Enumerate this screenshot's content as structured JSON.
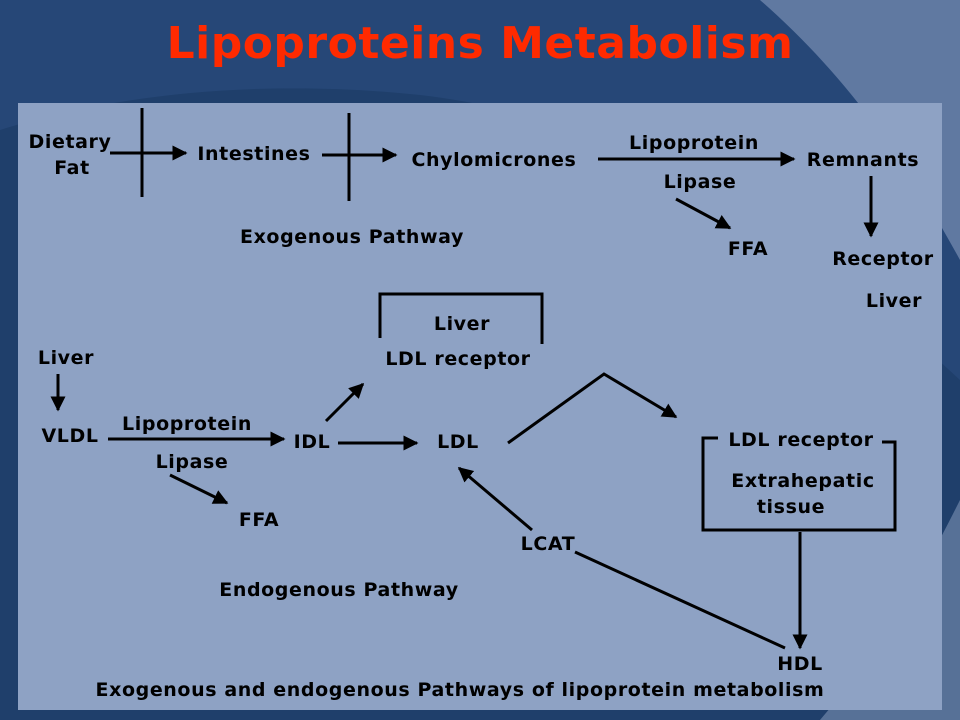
{
  "title": "Lipoproteins Metabolism",
  "colors": {
    "title": "#ff2a00",
    "background": "#1f3f6b",
    "panel": "#8ea2c4"
  },
  "exogenous": {
    "dietary_fat_1": "Dietary",
    "dietary_fat_2": "Fat",
    "intestines": "Intestines",
    "chylomicrones": "Chylomicrones",
    "lipoprotein": "Lipoprotein",
    "lipase": "Lipase",
    "remnants": "Remnants",
    "ffa": "FFA",
    "receptor": "Receptor",
    "liver": "Liver",
    "pathway_label": "Exogenous Pathway"
  },
  "endogenous": {
    "liver_top": "Liver",
    "ldl_receptor_liver": "LDL receptor",
    "liver_source": "Liver",
    "vldl": "VLDL",
    "lipoprotein": "Lipoprotein",
    "lipase": "Lipase",
    "idl": "IDL",
    "ldl": "LDL",
    "ffa": "FFA",
    "ldl_receptor_extra": "LDL receptor",
    "extrahepatic": "Extrahepatic",
    "tissue": "tissue",
    "lcat": "LCAT",
    "hdl": "HDL",
    "pathway_label": "Endogenous Pathway"
  },
  "caption": "Exogenous and endogenous Pathways of lipoprotein metabolism"
}
